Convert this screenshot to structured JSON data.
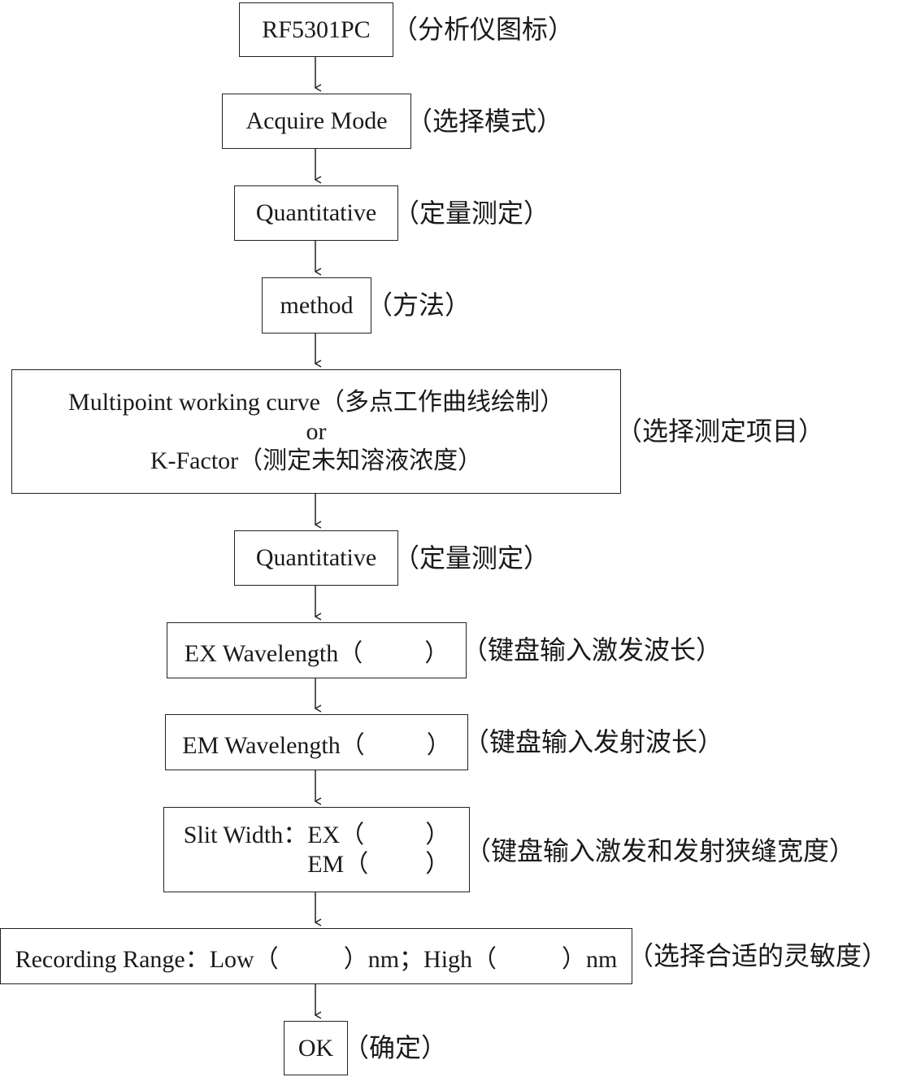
{
  "steps": [
    {
      "box": "RF5301PC",
      "note": "（分析仪图标）"
    },
    {
      "box": "Acquire Mode",
      "note": "（选择模式）"
    },
    {
      "box": "Quantitative",
      "note": "（定量测定）"
    },
    {
      "box": "method",
      "note": "（方法）"
    },
    {
      "box_lines": [
        "Multipoint working curve（多点工作曲线绘制）",
        "or",
        "K-Factor（测定未知溶液浓度）"
      ],
      "note": "（选择测定项目）"
    },
    {
      "box": "Quantitative",
      "note": "（定量测定）"
    },
    {
      "box_prefix": "EX Wavelength（",
      "box_suffix": "）",
      "note": "（键盘输入激发波长）"
    },
    {
      "box_prefix": "EM Wavelength（",
      "box_suffix": "）",
      "note": "（键盘输入发射波长）"
    },
    {
      "label": "Slit Width：",
      "ex_label": "EX（",
      "em_label": "EM（",
      "close": "）",
      "note": "（键盘输入激发和发射狭缝宽度）"
    },
    {
      "label": "Recording Range：",
      "low": "Low（",
      "mid": "）nm；",
      "high": "High（",
      "end": "）nm",
      "note": "（选择合适的灵敏度）"
    },
    {
      "box": "OK",
      "note": "（确定）"
    }
  ]
}
